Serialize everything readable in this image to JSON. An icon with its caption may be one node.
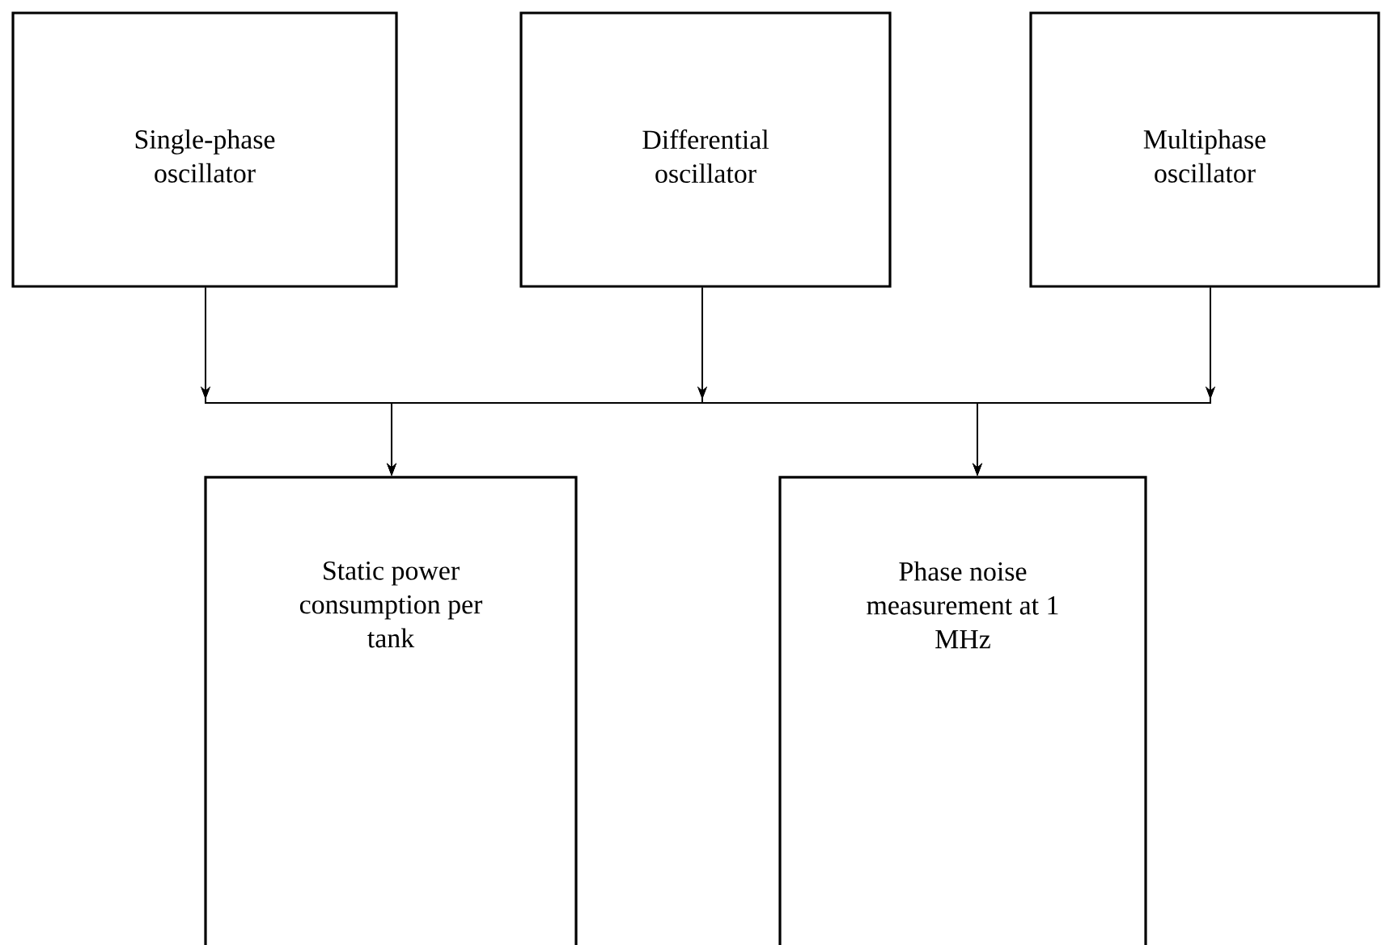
{
  "diagram": {
    "nodes": [
      {
        "text": [
          "Single-phase oscillator"
        ]
      },
      {
        "text": [
          "Differential oscillator"
        ]
      },
      {
        "text": [
          "Multiphase oscillator"
        ]
      },
      {
        "text": [
          "Static power consumption per tank"
        ]
      },
      {
        "text": [
          "Phase noise measurement at 1 MHz"
        ]
      }
    ],
    "edges": [
      {
        "from": 0,
        "to": 3,
        "arrow": "to"
      },
      {
        "from": 0,
        "to": 4,
        "arrow": "to"
      },
      {
        "from": 1,
        "to": 3,
        "arrow": "to"
      },
      {
        "from": 1,
        "to": 4,
        "arrow": "to"
      },
      {
        "from": 2,
        "to": 3,
        "arrow": "to"
      },
      {
        "from": 2,
        "to": 4,
        "arrow": "to"
      }
    ]
  }
}
